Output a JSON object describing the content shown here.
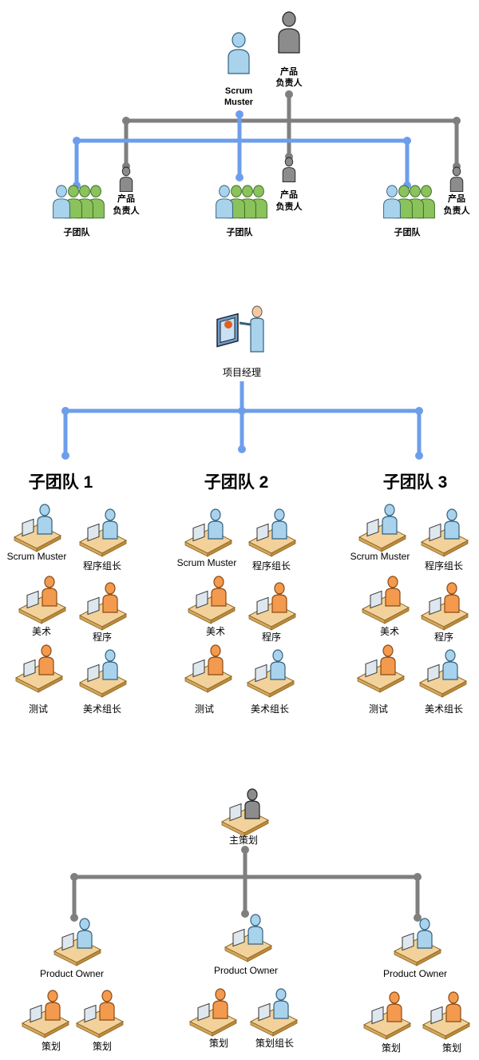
{
  "section1": {
    "scrum_master": "Scrum",
    "scrum_master_2": "Muster",
    "product_owner": "产品",
    "product_owner_2": "负责人",
    "teams": [
      {
        "team_label": "子团队",
        "owner_label_1": "产品",
        "owner_label_2": "负责人"
      },
      {
        "team_label": "子团队",
        "owner_label_1": "产品",
        "owner_label_2": "负责人"
      },
      {
        "team_label": "子团队",
        "owner_label_1": "产品",
        "owner_label_2": "负责人"
      }
    ]
  },
  "section2": {
    "manager_label": "项目经理",
    "teams": [
      {
        "title": "子团队 1",
        "roles": [
          "Scrum Muster",
          "程序组长",
          "美术",
          "程序",
          "测试",
          "美术组长"
        ]
      },
      {
        "title": "子团队 2",
        "roles": [
          "Scrum Muster",
          "程序组长",
          "美术",
          "程序",
          "测试",
          "美术组长"
        ]
      },
      {
        "title": "子团队 3",
        "roles": [
          "Scrum Muster",
          "程序组长",
          "美术",
          "程序",
          "测试",
          "美术组长"
        ]
      }
    ]
  },
  "section3": {
    "lead_label": "主策划",
    "groups": [
      {
        "owner": "Product Owner",
        "members": [
          "策划",
          "策划"
        ]
      },
      {
        "owner": "Product Owner",
        "members": [
          "策划",
          "策划组长"
        ]
      },
      {
        "owner": "Product Owner",
        "members": [
          "策划",
          "策划"
        ]
      }
    ]
  },
  "colors": {
    "gray_line": "#7f7f7f",
    "blue_line": "#6d9eeb",
    "person_blue": "#a9d3ec",
    "person_gray": "#8c8c8c",
    "person_green": "#8ac25c",
    "person_orange": "#f39a4e",
    "skin": "#f6c8a0",
    "desk": "#f2d29a"
  }
}
